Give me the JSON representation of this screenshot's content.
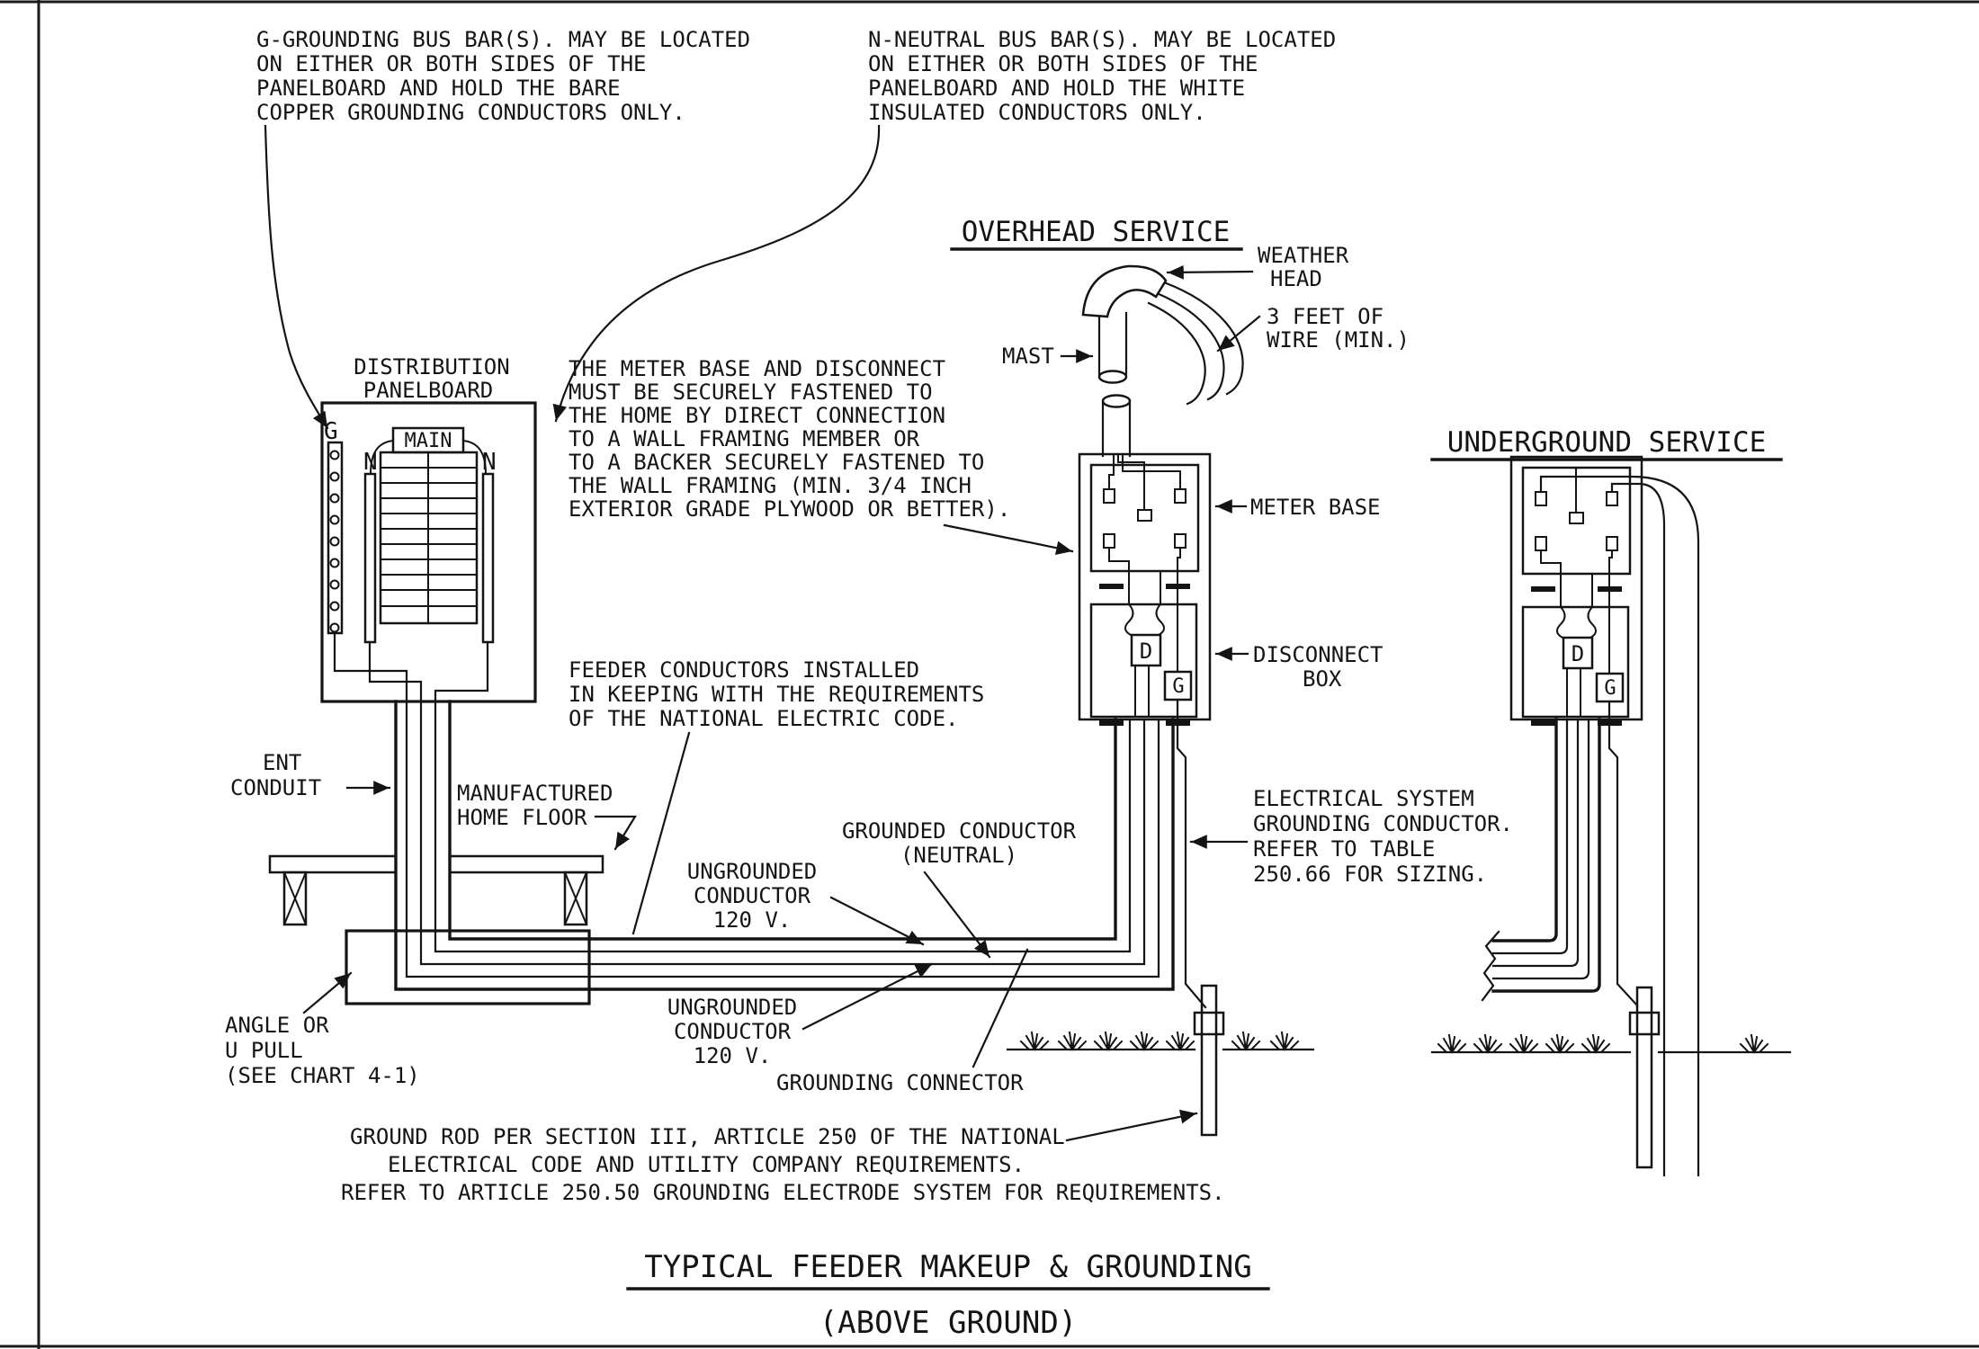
{
  "notes": {
    "g_bus": [
      "G-GROUNDING BUS BAR(S). MAY BE LOCATED",
      "ON EITHER OR BOTH SIDES OF THE",
      "PANELBOARD AND HOLD THE BARE",
      "COPPER GROUNDING CONDUCTORS ONLY."
    ],
    "n_bus": [
      "N-NEUTRAL BUS BAR(S). MAY BE LOCATED",
      "ON EITHER OR BOTH SIDES OF THE",
      "PANELBOARD AND HOLD THE WHITE",
      "INSULATED CONDUCTORS ONLY."
    ],
    "meter_fastening": [
      "THE METER BASE AND DISCONNECT",
      "MUST BE SECURELY FASTENED TO",
      "THE HOME BY DIRECT CONNECTION",
      "TO A WALL FRAMING MEMBER OR",
      "TO A BACKER SECURELY FASTENED TO",
      "THE WALL FRAMING (MIN. 3/4 INCH",
      "EXTERIOR GRADE PLYWOOD OR BETTER)."
    ],
    "feeder": [
      "FEEDER CONDUCTORS INSTALLED",
      "IN KEEPING WITH THE REQUIREMENTS",
      "OF THE NATIONAL ELECTRIC CODE."
    ],
    "ground_rod": [
      "GROUND ROD PER SECTION III, ARTICLE 250 OF THE NATIONAL",
      "ELECTRICAL CODE AND UTILITY COMPANY REQUIREMENTS.",
      "REFER TO ARTICLE 250.50 GROUNDING ELECTRODE SYSTEM FOR REQUIREMENTS."
    ]
  },
  "headings": {
    "overhead": "OVERHEAD SERVICE",
    "underground": "UNDERGROUND SERVICE"
  },
  "labels": {
    "distribution": [
      "DISTRIBUTION",
      "PANELBOARD"
    ],
    "weather_head": [
      "WEATHER",
      "HEAD"
    ],
    "wire_min": [
      "3 FEET OF",
      "WIRE (MIN.)"
    ],
    "mast": "MAST",
    "meter_base": "METER BASE",
    "disconnect_box": [
      "DISCONNECT",
      "BOX"
    ],
    "ent_conduit": [
      "ENT",
      "CONDUIT"
    ],
    "home_floor": [
      "MANUFACTURED",
      "HOME FLOOR"
    ],
    "ungrounded_top": [
      "UNGROUNDED",
      "CONDUCTOR",
      "120 V."
    ],
    "grounded_neutral": [
      "GROUNDED CONDUCTOR",
      "(NEUTRAL)"
    ],
    "ungrounded_bottom": [
      "UNGROUNDED",
      "CONDUCTOR",
      "120 V."
    ],
    "grounding_connector": "GROUNDING CONNECTOR",
    "electrical_system": [
      "ELECTRICAL SYSTEM",
      "GROUNDING CONDUCTOR.",
      "REFER TO TABLE",
      "250.66 FOR SIZING."
    ],
    "angle_pull": [
      "ANGLE OR",
      "U PULL",
      "(SEE CHART 4-1)"
    ],
    "main_breaker": "MAIN",
    "g_bus_letter": "G",
    "n_left": "N",
    "n_right": "N",
    "d_letter": "D",
    "g_letter": "G",
    "d_letter_ug": "D",
    "g_letter_ug": "G"
  },
  "title": {
    "line1": "TYPICAL FEEDER MAKEUP & GROUNDING",
    "line2": "(ABOVE GROUND)"
  },
  "colors": {
    "ink": "#141414",
    "background": "#ffffff"
  }
}
